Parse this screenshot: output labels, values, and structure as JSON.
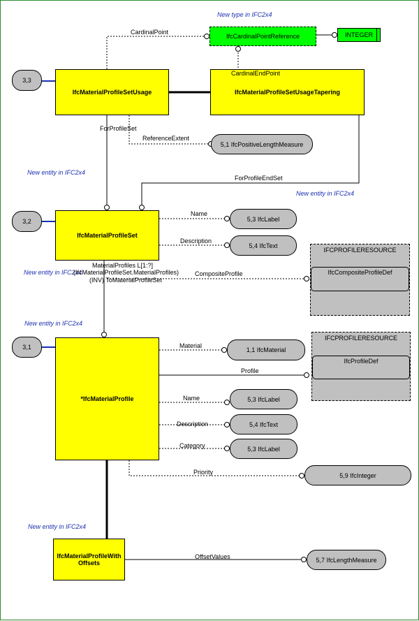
{
  "notes": {
    "new_type": "New type in IFC2x4",
    "new_entity_profile_set": "New entity in IFC2x4",
    "new_entity_tapering": "New entity in IFC2x4",
    "new_entity_composite": "New entity in IFC2x4",
    "new_entity_profile": "New entity in IFC2x4",
    "new_entity_offsets": "New entity in IFC2x4"
  },
  "entities": {
    "profile_set_usage": "IfcMaterialProfileSetUsage",
    "profile_set_usage_tapering": "IfcMaterialProfileSetUsageTapering",
    "profile_set": "IfcMaterialProfileSet",
    "profile": "*IfcMaterialProfile",
    "profile_with_offsets": "IfcMaterialProfileWith Offsets",
    "cardinal_point_reference": "IfcCardinalPointReference",
    "integer": "INTEGER"
  },
  "page_refs": {
    "usage": "3,3",
    "set": "3,2",
    "profile": "3,1"
  },
  "types": {
    "positive_length": "5,1 IfcPositiveLengthMeasure",
    "set_name": "5,3 IfcLabel",
    "set_description": "5,4 IfcText",
    "material": "1,1 IfcMaterial",
    "profile_name": "5,3 IfcLabel",
    "profile_description": "5,4 IfcText",
    "category": "5,3 IfcLabel",
    "priority": "5,9 IfcInteger",
    "length_measure": "5,7 IfcLengthMeasure"
  },
  "schemas": {
    "composite": {
      "title": "IFCPROFILERESOURCE",
      "item": "IfcCompositeProfileDef"
    },
    "profile_def": {
      "title": "IFCPROFILERESOURCE",
      "item": "IfcProfileDef"
    }
  },
  "attributes": {
    "cardinal_point": "CardinalPoint",
    "cardinal_end_point": "CardinalEndPoint",
    "for_profile_set": "ForProfileSet",
    "reference_extent": "ReferenceExtent",
    "for_profile_end_set": "ForProfileEndSet",
    "set_name": "Name",
    "set_description": "Description",
    "composite_profile": "CompositeProfile",
    "material_profiles_1": "MaterialProfiles L[1:?]",
    "material_profiles_2": "(IfcMaterialProfileSet.MaterialProfiles)",
    "material_profiles_3": "(INV) ToMaterialProfileSet",
    "material": "Material",
    "profile": "Profile",
    "profile_name": "Name",
    "profile_description": "Description",
    "category": "Category",
    "priority": "Priority",
    "offset_values": "OffsetValues"
  }
}
